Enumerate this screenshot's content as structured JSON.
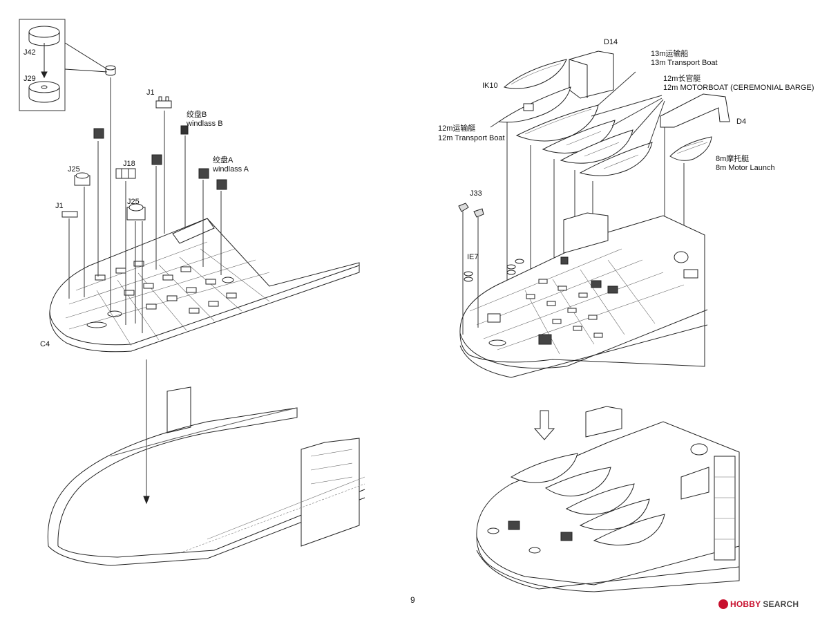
{
  "page_number": "9",
  "labels": {
    "j42": "J42",
    "j29": "J29",
    "j1_top": "J1",
    "windlass_b_cn": "绞盘B",
    "windlass_b_en": "windlass B",
    "j18": "J18",
    "j25_left": "J25",
    "windlass_a_cn": "绞盘A",
    "windlass_a_en": "windlass A",
    "j1_left": "J1",
    "j25_mid": "J25",
    "c4": "C4",
    "d14": "D14",
    "boat13_cn": "13m运输船",
    "boat13_en": "13m  Transport Boat",
    "ik10": "IK10",
    "barge12_cn": "12m长官艇",
    "barge12_en": "12m  MOTORBOAT (CEREMONIAL BARGE)",
    "boat12_cn": "12m运输艇",
    "boat12_en": "12m  Transport Boat",
    "d4": "D4",
    "launch8_cn": "8m摩托艇",
    "launch8_en": "8m Motor Launch",
    "j33": "J33",
    "ie7": "IE7"
  },
  "watermark": {
    "brand": "HOBBY",
    "suffix": "SEARCH"
  }
}
